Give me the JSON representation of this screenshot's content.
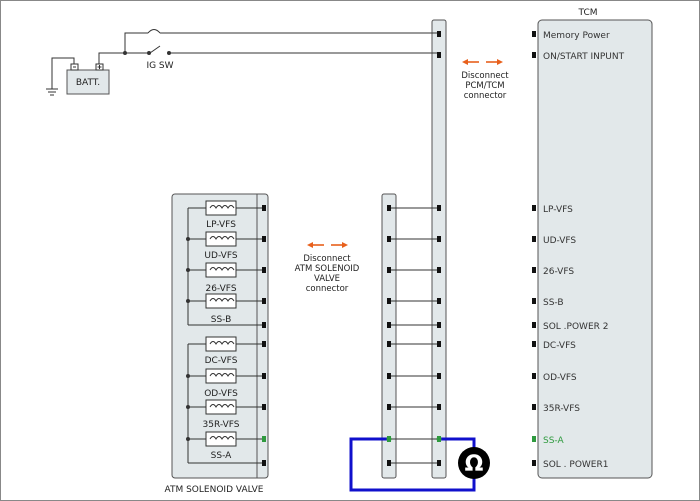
{
  "tcm": {
    "title": "TCM",
    "pins": [
      "Memory Power",
      "ON/START  INPUNT",
      "LP-VFS",
      "UD-VFS",
      "26-VFS",
      "SS-B",
      "SOL .POWER 2",
      "DC-VFS",
      "OD-VFS",
      "35R-VFS",
      "SS-A",
      "SOL . POWER1"
    ],
    "highlight_pin": "SS-A",
    "highlight_color": "#2e9a3e"
  },
  "battery": {
    "label": "BATT."
  },
  "ignition": {
    "label": "IG SW"
  },
  "pcm_connector_note": {
    "line1": "Disconnect",
    "line2": "PCM/TCM",
    "line3": "connector"
  },
  "solenoid_connector_note": {
    "line1": "Disconnect",
    "line2": "ATM SOLENOID",
    "line3": "VALVE",
    "line4": "connector"
  },
  "solenoid_valve": {
    "title": "ATM SOLENOID VALVE",
    "coils": [
      "LP-VFS",
      "UD-VFS",
      "26-VFS",
      "SS-B",
      "DC-VFS",
      "OD-VFS",
      "35R-VFS",
      "SS-A"
    ]
  },
  "ohmmeter": {
    "symbol": "Ω"
  },
  "colors": {
    "arrow": "#e8601c",
    "meter_lead": "#1010cc",
    "connector_fill": "#e2e8ea"
  }
}
